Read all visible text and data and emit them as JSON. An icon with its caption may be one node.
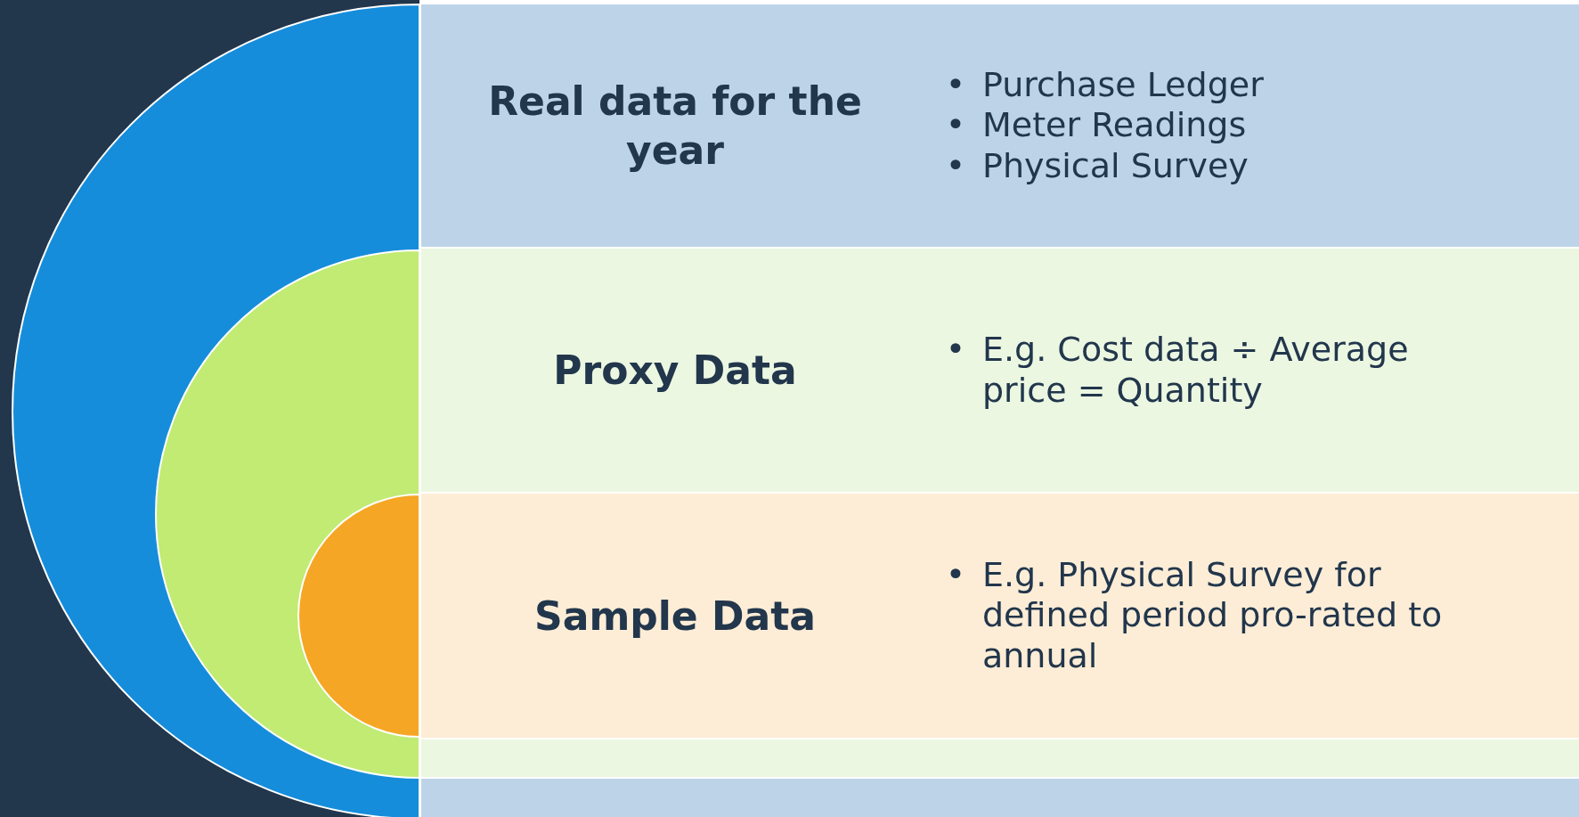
{
  "diagram": {
    "nodes": [
      {
        "text": [
          "Real data for the year",
          "Purchase Ledger",
          "Meter Readings",
          "Physical Survey"
        ]
      },
      {
        "text": [
          "Proxy Data",
          "E.g. Cost data ÷ Average price = Quantity"
        ]
      },
      {
        "text": [
          "Sample Data",
          "E.g. Physical Survey for defined period pro-rated to annual"
        ]
      }
    ],
    "labels": [
      "•",
      "•",
      "•",
      "•",
      "•"
    ]
  }
}
